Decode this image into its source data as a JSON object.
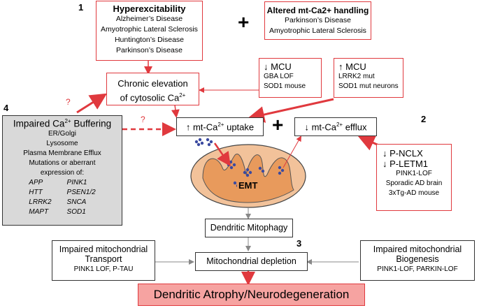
{
  "numbers": {
    "n1": "1",
    "n2": "2",
    "n3": "3",
    "n4": "4"
  },
  "hyper": {
    "title": "Hyperexcitability",
    "items": [
      "Alzheimer’s Disease",
      "Amyotrophic Lateral Sclerosis",
      "Huntington’s Disease",
      "Parkinson’s Disease"
    ]
  },
  "plus1": "+",
  "plus2": "+",
  "altered": {
    "title": "Altered mt-Ca2+ handling",
    "items": [
      "Parkinson’s Disease",
      "Amyotrophic Lateral Sclerosis"
    ]
  },
  "chronic": {
    "line1": "Chronic elevation",
    "line2": "of cytosolic Ca",
    "sup": "2+"
  },
  "mcu_down": {
    "title": "↓ MCU",
    "items": [
      "GBA LOF",
      "SOD1 mouse"
    ]
  },
  "mcu_up": {
    "title": "↑ MCU",
    "items": [
      "LRRK2 mut",
      "SOD1 mut neurons"
    ]
  },
  "question": "?",
  "impaired_buffering": {
    "title": "Impaired Ca",
    "title_sup": "2+",
    "title_rest": " Buffering",
    "items": [
      "ER/Golgi",
      "Lysosome",
      "Plasma Membrane Efflux",
      "Mutations or aberrant",
      "expression of:"
    ],
    "genes_left": [
      "APP",
      "HTT",
      "LRRK2",
      "MAPT"
    ],
    "genes_right": [
      "PINK1",
      "PSEN1/2",
      "SNCA",
      "SOD1"
    ]
  },
  "uptake": {
    "arrow": "↑ mt-Ca",
    "sup": "2+",
    "rest": " uptake"
  },
  "efflux": {
    "arrow": "↓ mt-Ca",
    "sup": "2+",
    "rest": " efflux"
  },
  "nclx": {
    "l1": "↓ P-NCLX",
    "l2": "↓ P-LETM1",
    "items": [
      "PINK1-LOF",
      "Sporadic AD brain",
      "3xTg-AD mouse"
    ]
  },
  "emt": "EMT",
  "mitophagy": "Dendritic Mitophagy",
  "transport": {
    "line1": "Impaired mitochondrial",
    "line2": "Transport",
    "detail": "PINK1 LOF, P-TAU"
  },
  "depletion": "Mitochondrial depletion",
  "biogenesis": {
    "line1": "Impaired mitochondrial",
    "line2": "Biogenesis",
    "detail": "PINK1-LOF, PARKIN-LOF"
  },
  "final": "Dendritic Atrophy/Neurodegeneration",
  "colors": {
    "red": "#e0393e",
    "pink": "#f6a3a1",
    "mito_fill": "#f2c29a",
    "mito_inner": "#e89a5c",
    "dots": "#3b4aa0"
  }
}
